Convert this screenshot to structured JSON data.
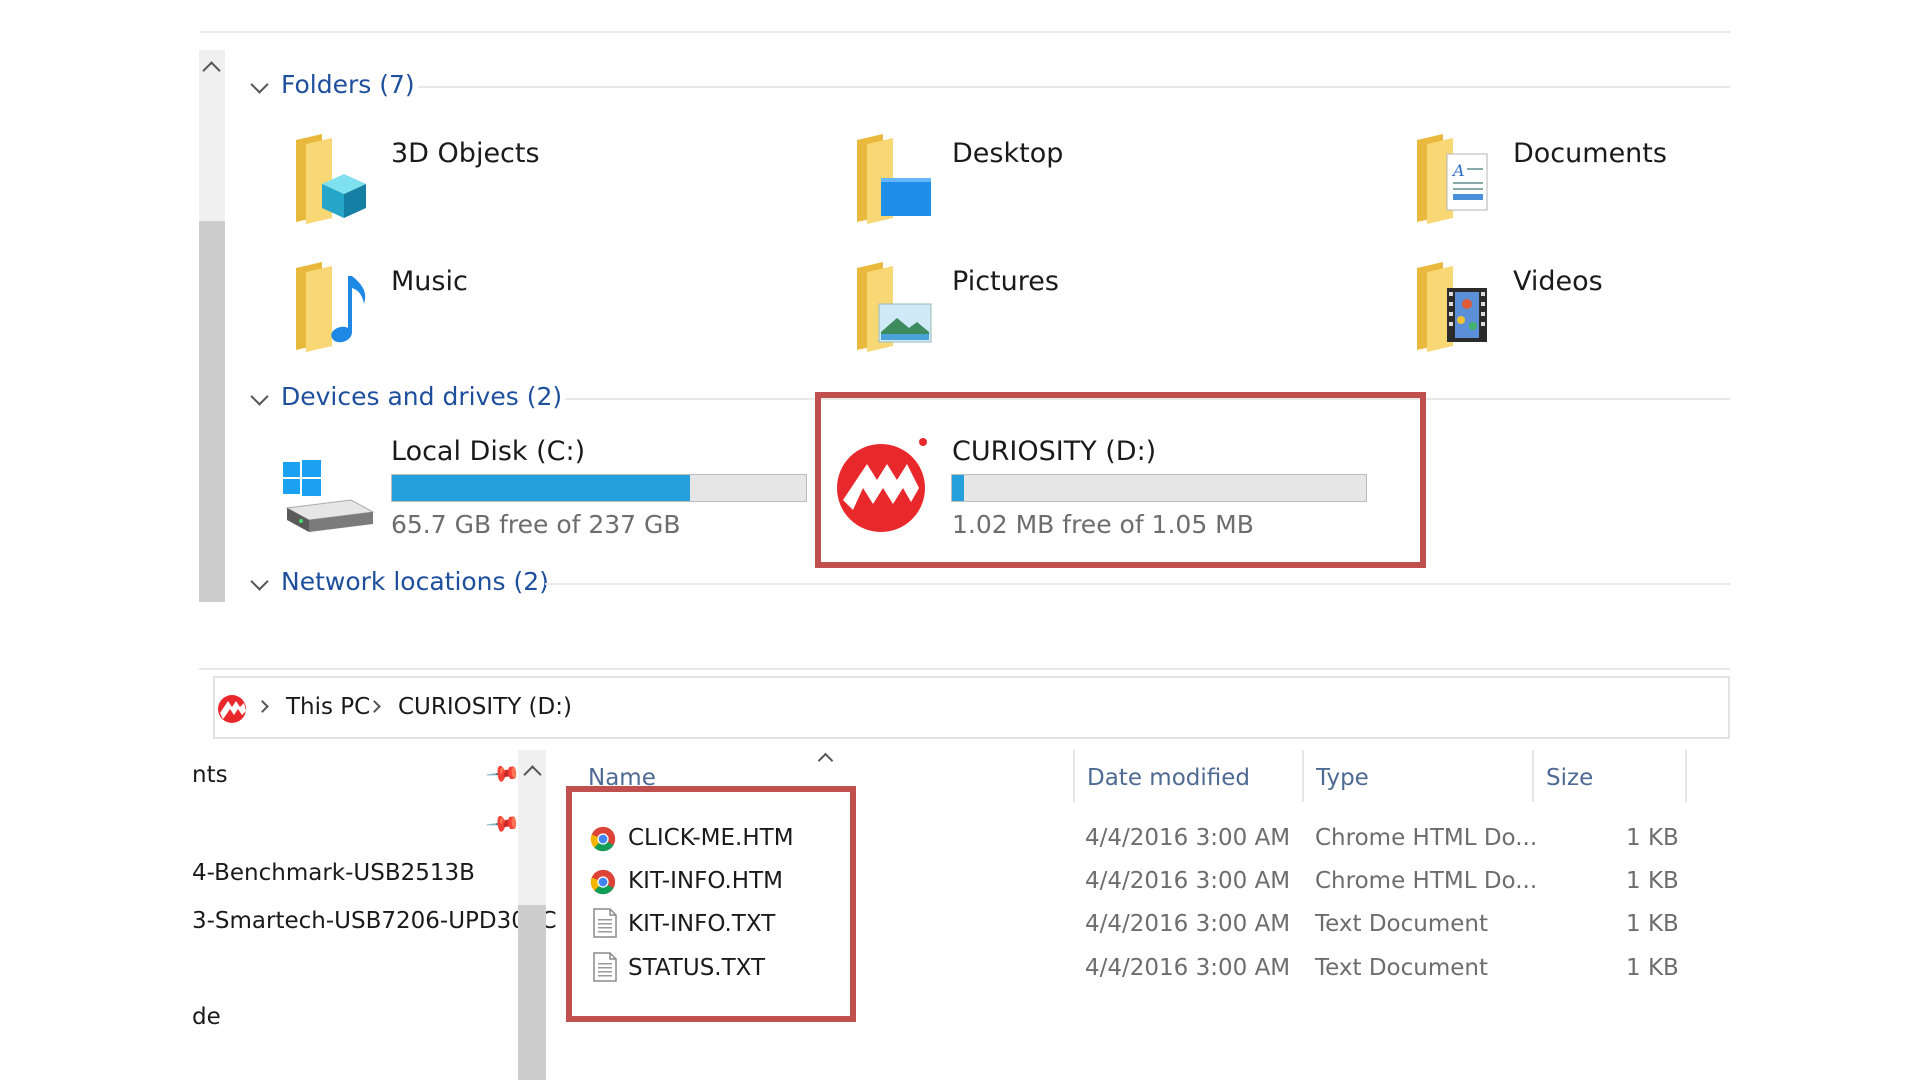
{
  "groups": {
    "folders": "Folders (7)",
    "devices": "Devices and drives (2)",
    "network": "Network locations (2)"
  },
  "folders": [
    {
      "label": "3D Objects",
      "icon": "3d-objects-folder-icon"
    },
    {
      "label": "Desktop",
      "icon": "desktop-folder-icon"
    },
    {
      "label": "Documents",
      "icon": "documents-folder-icon"
    },
    {
      "label": "Music",
      "icon": "music-folder-icon"
    },
    {
      "label": "Pictures",
      "icon": "pictures-folder-icon"
    },
    {
      "label": "Videos",
      "icon": "videos-folder-icon"
    }
  ],
  "drives": [
    {
      "label": "Local Disk (C:)",
      "free": "65.7 GB free of 237 GB",
      "used_percent": 72,
      "icon": "hard-drive-icon"
    },
    {
      "label": "CURIOSITY (D:)",
      "free": "1.02 MB free of 1.05 MB",
      "used_percent": 3,
      "icon": "microchip-logo-icon"
    }
  ],
  "breadcrumb": {
    "items": [
      "This PC",
      "CURIOSITY (D:)"
    ]
  },
  "nav_items": [
    "nts",
    "4-Benchmark-USB2513B",
    "3-Smartech-USB7206-UPD301C",
    "de"
  ],
  "columns": {
    "name": "Name",
    "date": "Date modified",
    "type": "Type",
    "size": "Size"
  },
  "files": [
    {
      "name": "CLICK-ME.HTM",
      "date": "4/4/2016 3:00 AM",
      "type": "Chrome HTML Do...",
      "size": "1 KB",
      "icon": "chrome-icon"
    },
    {
      "name": "KIT-INFO.HTM",
      "date": "4/4/2016 3:00 AM",
      "type": "Chrome HTML Do...",
      "size": "1 KB",
      "icon": "chrome-icon"
    },
    {
      "name": "KIT-INFO.TXT",
      "date": "4/4/2016 3:00 AM",
      "type": "Text Document",
      "size": "1 KB",
      "icon": "text-file-icon"
    },
    {
      "name": "STATUS.TXT",
      "date": "4/4/2016 3:00 AM",
      "type": "Text Document",
      "size": "1 KB",
      "icon": "text-file-icon"
    }
  ],
  "colors": {
    "accent": "#26a0da",
    "highlight": "#c0504d",
    "group_heading": "#1e4f9c"
  }
}
